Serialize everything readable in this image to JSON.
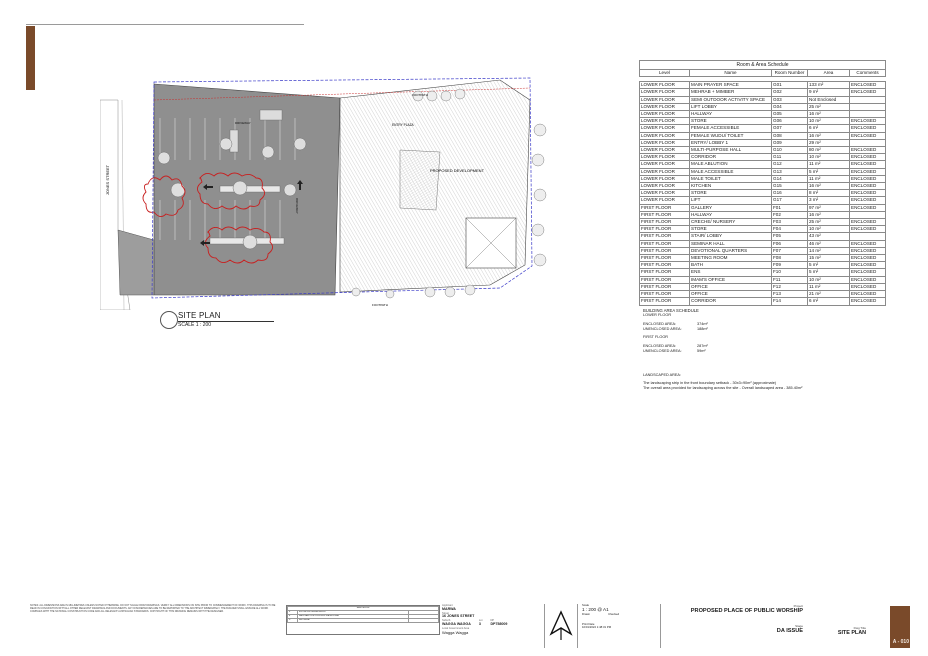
{
  "plan": {
    "title": "SITE PLAN",
    "scale": "SCALE  1 : 200",
    "street_label": "JONES STREET",
    "entry_plaza": "ENTRY PLAZA",
    "proposed_development": "PROPOSED DEVELOPMENT",
    "footpath_top": "FOOTPATH",
    "footpath_bottom": "FOOTPATH",
    "driveway_1": "DRIVEWAY",
    "driveway_2": "DRIVEWAY"
  },
  "schedule": {
    "caption": "Room & Area Schedule",
    "columns": [
      "Level",
      "Name",
      "Room Number",
      "Area",
      "Comments"
    ],
    "rows": [
      [
        "LOWER FLOOR",
        "MAIN PRAYER SPACE",
        "G01",
        "133 m²",
        "ENCLOSED"
      ],
      [
        "LOWER FLOOR",
        "MEHRAB + MIMBER",
        "G02",
        "9 m²",
        "ENCLOSED"
      ],
      [
        "LOWER FLOOR",
        "SEMI OUTDOOR ACTIVITY SPACE",
        "G03",
        "Not Enclosed",
        ""
      ],
      [
        "LOWER FLOOR",
        "LIFT LOBBY",
        "G04",
        "25 m²",
        ""
      ],
      [
        "LOWER FLOOR",
        "HALLWAY",
        "G05",
        "16 m²",
        ""
      ],
      [
        "LOWER FLOOR",
        "STORE",
        "G06",
        "10 m²",
        "ENCLOSED"
      ],
      [
        "LOWER FLOOR",
        "FEMALE ACCESSIBLE",
        "G07",
        "6 m²",
        "ENCLOSED"
      ],
      [
        "LOWER FLOOR",
        "FEMALE WUDU/ TOILET",
        "G08",
        "16 m²",
        "ENCLOSED"
      ],
      [
        "LOWER FLOOR",
        "ENTRY/ LOBBY 1",
        "G09",
        "29 m²",
        ""
      ],
      [
        "LOWER FLOOR",
        "MULTI-PURPOSE HALL",
        "G10",
        "80 m²",
        "ENCLOSED"
      ],
      [
        "LOWER FLOOR",
        "CORRIDOR",
        "G11",
        "10 m²",
        "ENCLOSED"
      ],
      [
        "LOWER FLOOR",
        "MALE ABLUTION",
        "G12",
        "11 m²",
        "ENCLOSED"
      ],
      [
        "LOWER FLOOR",
        "MALE ACCESSIBLE",
        "G13",
        "5 m²",
        "ENCLOSED"
      ],
      [
        "LOWER FLOOR",
        "MALE TOILET",
        "G14",
        "11 m²",
        "ENCLOSED"
      ],
      [
        "LOWER FLOOR",
        "KITCHEN",
        "G15",
        "16 m²",
        "ENCLOSED"
      ],
      [
        "LOWER FLOOR",
        "STORE",
        "G16",
        "8 m²",
        "ENCLOSED"
      ],
      [
        "LOWER FLOOR",
        "LIFT",
        "G17",
        "3 m²",
        "ENCLOSED"
      ],
      [
        "FIRST FLOOR",
        "GALLERY",
        "F01",
        "97 m²",
        "ENCLOSED"
      ],
      [
        "FIRST FLOOR",
        "HALLWAY",
        "F02",
        "16 m²",
        ""
      ],
      [
        "FIRST FLOOR",
        "CRECHE/ NURSERY",
        "F03",
        "25 m²",
        "ENCLOSED"
      ],
      [
        "FIRST FLOOR",
        "STORE",
        "F04",
        "10 m²",
        "ENCLOSED"
      ],
      [
        "FIRST FLOOR",
        "STAIR/ LOBBY",
        "F05",
        "43 m²",
        ""
      ],
      [
        "FIRST FLOOR",
        "SEMINAR HALL",
        "F06",
        "46 m²",
        "ENCLOSED"
      ],
      [
        "FIRST FLOOR",
        "DEVOTIONAL QUARTERS",
        "F07",
        "14 m²",
        "ENCLOSED"
      ],
      [
        "FIRST FLOOR",
        "MEETING ROOM",
        "F08",
        "15 m²",
        "ENCLOSED"
      ],
      [
        "FIRST FLOOR",
        "BATH",
        "F09",
        "5 m²",
        "ENCLOSED"
      ],
      [
        "FIRST FLOOR",
        "ENS",
        "F10",
        "5 m²",
        "ENCLOSED"
      ],
      [
        "FIRST FLOOR",
        "IMAM'S OFFICE",
        "F11",
        "10 m²",
        "ENCLOSED"
      ],
      [
        "FIRST FLOOR",
        "OFFICE",
        "F12",
        "11 m²",
        "ENCLOSED"
      ],
      [
        "FIRST FLOOR",
        "OFFICE",
        "F13",
        "21 m²",
        "ENCLOSED"
      ],
      [
        "FIRST FLOOR",
        "CORRIDOR",
        "F14",
        "6 m²",
        "ENCLOSED"
      ]
    ]
  },
  "building_area": {
    "heading": "BUILDING AREA SCHEDULE",
    "lower_floor_label": "LOWER FLOOR",
    "lower_enclosed_label": "ENCLOSED AREA:",
    "lower_enclosed_value": "374m²",
    "lower_unenclosed_label": "UNENCLOSED AREA:",
    "lower_unenclosed_value": "188m²",
    "first_floor_label": "FIRST FLOOR",
    "first_enclosed_label": "ENCLOSED AREA:",
    "first_enclosed_value": "287m²",
    "first_unenclosed_label": "UNENCLOSED AREA:",
    "first_unenclosed_value": "59m²"
  },
  "landscape": {
    "heading": "LANDSCAPED AREA:",
    "line1": "The landscaping strip in the front boundary setback - 30x3=90m² (approximate)",
    "line2": "The overall area provided for landscaping across the site - Overall landscaped area - 385.40m²"
  },
  "title_block": {
    "notes": "NOTES: ALL DIMENSIONS ARE IN MILLIMETRES UNLESS NOTED OTHERWISE. DO NOT SCALE FROM DRAWINGS. VERIFY ALL DIMENSIONS ON SITE PRIOR TO COMMENCEMENT OF WORK. THIS DRAWING IS TO BE READ IN CONJUNCTION WITH ALL OTHER RELEVANT DRAWINGS AND DOCUMENTS. ANY DISCREPANCIES ARE TO BE REPORTED TO THE ARCHITECT IMMEDIATELY. THE BUILDER SHALL ENSURE ALL WORK COMPLIES WITH THE NATIONAL CONSTRUCTION CODE AND ALL RELEVANT AUSTRALIAN STANDARDS. COPYRIGHT OF THIS DRAWING REMAINS WITH THE DESIGNER.",
    "revisions_title": "REVISIONS",
    "revisions": [
      [
        "1",
        "INITIAL DA SUBMISSION",
        ""
      ],
      [
        "2",
        "REVISED FOR COUNCIL RESPONSE",
        ""
      ],
      [
        "3",
        "DA ISSUE",
        ""
      ]
    ],
    "applicant_label": "Applicant",
    "applicant": "MARWA",
    "street_label": "Street",
    "street": "16 JONES STREET",
    "suburb_label": "Suburb",
    "suburb": "WAGGA WAGGA",
    "lot_label": "Lot",
    "lot": "3",
    "dp_label": "DP",
    "dp": "DP758009",
    "lga_label": "Local Government Area",
    "lga": "Wagga Wagga",
    "scale_label": "Scale",
    "scale": "1 : 200 @ A1",
    "drawn_label": "Drawn",
    "checked_label": "Checked",
    "print_date_label": "Print Date",
    "print_date": "10/01/2022 1:48:31 PM",
    "project_label": "Project",
    "project": "PROPOSED PLACE OF PUBLIC WORSHIP",
    "stage_label": "Stage",
    "stage": "DA ISSUE",
    "dwg_label": "Dwg Title",
    "dwg": "SITE PLAN",
    "sheet_no": "A - 010"
  }
}
